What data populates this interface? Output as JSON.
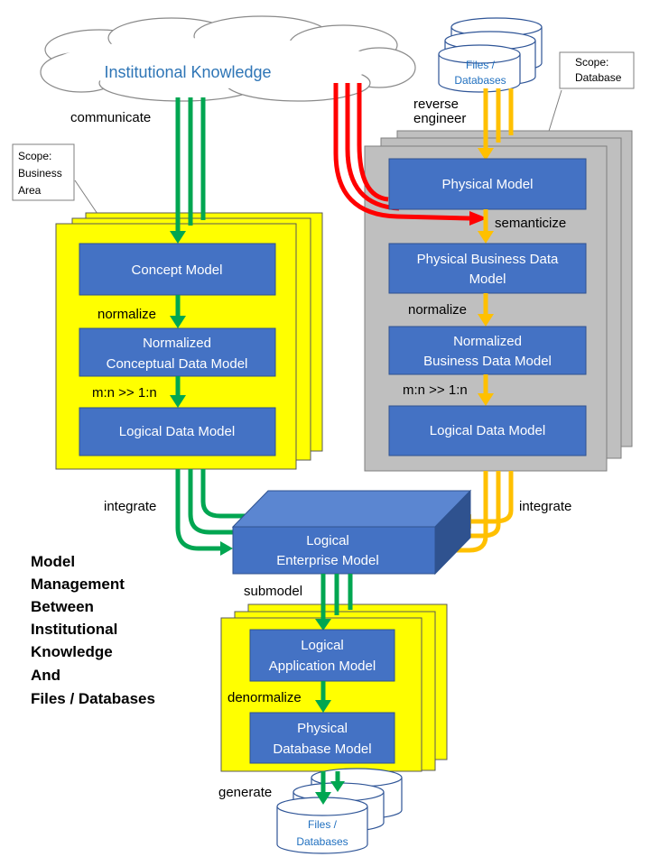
{
  "cloud": {
    "label": "Institutional Knowledge"
  },
  "db_top": {
    "line1": "Files /",
    "line2": "Databases"
  },
  "db_bottom": {
    "line1": "Files /",
    "line2": "Databases"
  },
  "scope_business": {
    "line1": "Scope:",
    "line2": "Business",
    "line3": "Area"
  },
  "scope_database": {
    "line1": "Scope:",
    "line2": "Database"
  },
  "left_stack": {
    "concept": "Concept Model",
    "normalized": {
      "line1": "Normalized",
      "line2": "Conceptual Data Model"
    },
    "logical": "Logical Data Model"
  },
  "right_stack": {
    "physical": "Physical Model",
    "physical_business": {
      "line1": "Physical Business Data",
      "line2": "Model"
    },
    "normalized": {
      "line1": "Normalized",
      "line2": "Business Data Model"
    },
    "logical": "Logical Data Model"
  },
  "enterprise": {
    "line1": "Logical",
    "line2": "Enterprise Model"
  },
  "bottom_stack": {
    "application": {
      "line1": "Logical",
      "line2": "Application Model"
    },
    "physical_db": {
      "line1": "Physical",
      "line2": "Database Model"
    }
  },
  "edges": {
    "communicate": "communicate",
    "reverse": "reverse",
    "engineer": "engineer",
    "semanticize": "semanticize",
    "normalize_left": "normalize",
    "normalize_right": "normalize",
    "mn_left": "m:n >> 1:n",
    "mn_right": "m:n >> 1:n",
    "integrate_left": "integrate",
    "integrate_right": "integrate",
    "submodel": "submodel",
    "denormalize": "denormalize",
    "generate": "generate"
  },
  "title_lines": [
    "Model",
    "Management",
    "Between",
    "Institutional",
    "Knowledge",
    "And",
    "Files / Databases"
  ],
  "colors": {
    "yellow": "#ffff00",
    "gray": "#bfbfbf",
    "box_blue": "#4472c4",
    "green_arrow": "#00a651",
    "red_arrow": "#ff0000",
    "orange_arrow": "#ffc000",
    "cloud_text": "#2e75b6",
    "db_text": "#1f6fbf"
  }
}
